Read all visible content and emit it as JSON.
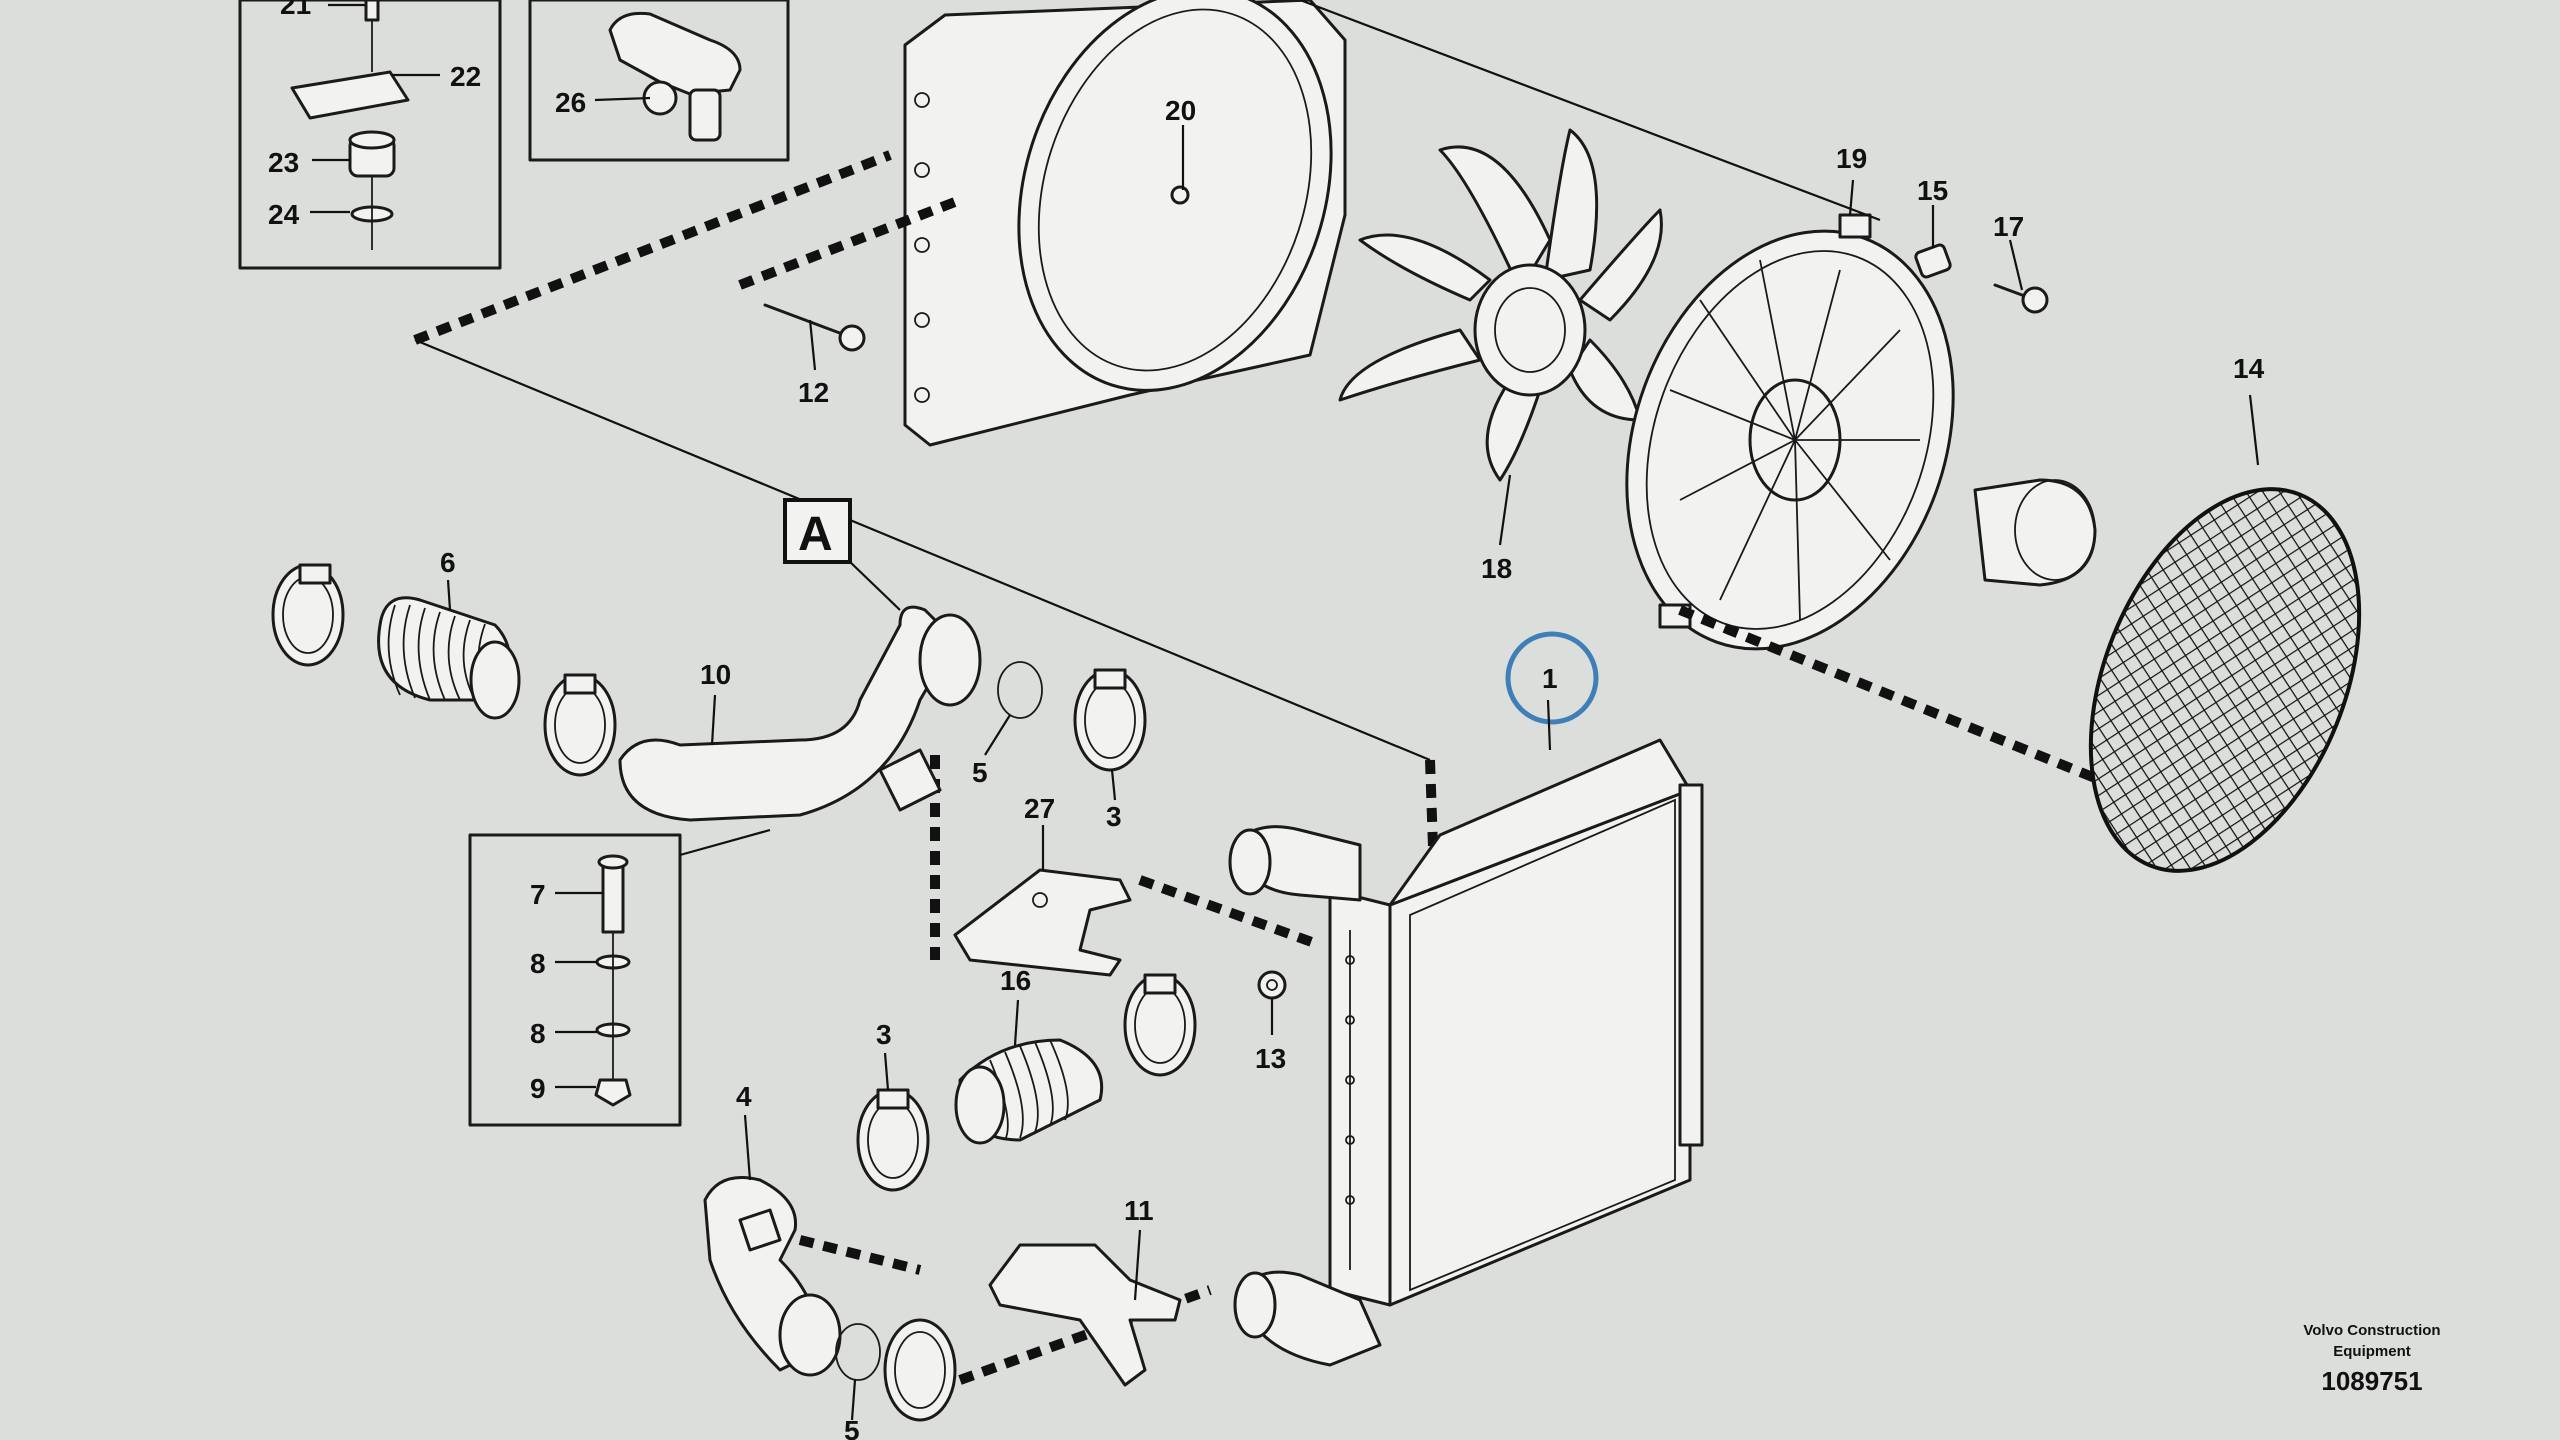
{
  "diagram": {
    "labels": [
      "21",
      "22",
      "23",
      "24",
      "26",
      "20",
      "19",
      "15",
      "17",
      "12",
      "14",
      "18",
      "6",
      "10",
      "A",
      "1",
      "5",
      "3",
      "27",
      "7",
      "8",
      "8",
      "9",
      "16",
      "3",
      "13",
      "4",
      "11",
      "5"
    ],
    "footer": {
      "company_line1": "Volvo Construction",
      "company_line2": "Equipment",
      "drawing_number": "1089751"
    },
    "colors": {
      "background": "#dcdedb",
      "ink": "#1a1a1a",
      "highlight_circle": "#3f7fb8"
    }
  }
}
